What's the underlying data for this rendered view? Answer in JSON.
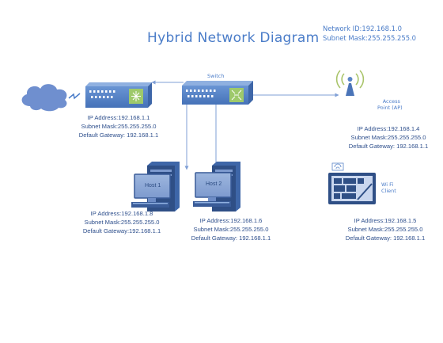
{
  "title": "Hybrid Network Diagram",
  "network": {
    "id_line": "Network ID:192.168.1.0",
    "mask_line": "Subnet Mask:255.255.255.0"
  },
  "nodes": {
    "router": {
      "ip": "IP Address:192.168.1.1",
      "mask": "Subnet Mask:255.255.255.0",
      "gateway": "Default Gateway: 192.168.1.1"
    },
    "switch": {
      "label": "Switch"
    },
    "access_point": {
      "label_line1": "Access",
      "label_line2": "Point (AP)",
      "ip": "IP Address:192.168.1.4",
      "mask": "Subnet Mask:255.255.255.0",
      "gateway": "Default Gateway: 192.168.1.1"
    },
    "host1": {
      "screen_label": "Host 1",
      "ip": "IP Address:192.168.1.8",
      "mask": "Subnet Mask:255.255.255.0",
      "gateway": "Default Gateway:192.168.1.1"
    },
    "host2": {
      "screen_label": "Host 2",
      "ip": "IP Address:192.168.1.6",
      "mask": "Subnet Mask:255.255.255.0",
      "gateway": "Default Gateway: 192.168.1.1"
    },
    "wifi_client": {
      "label_line1": "Wi Fi",
      "label_line2": "Client",
      "ip": "IP Address:192.168.1.5",
      "mask": "Subnet Mask:255.255.255.0",
      "gateway": "Default Gateway: 192.168.1.1"
    }
  },
  "colors": {
    "accent": "#4a7cc8",
    "device_blue": "#5b86c8",
    "device_dark": "#3e66a8",
    "port_green": "#9ec96b",
    "cloud": "#6f8fcf",
    "line": "#7f9fd6"
  }
}
